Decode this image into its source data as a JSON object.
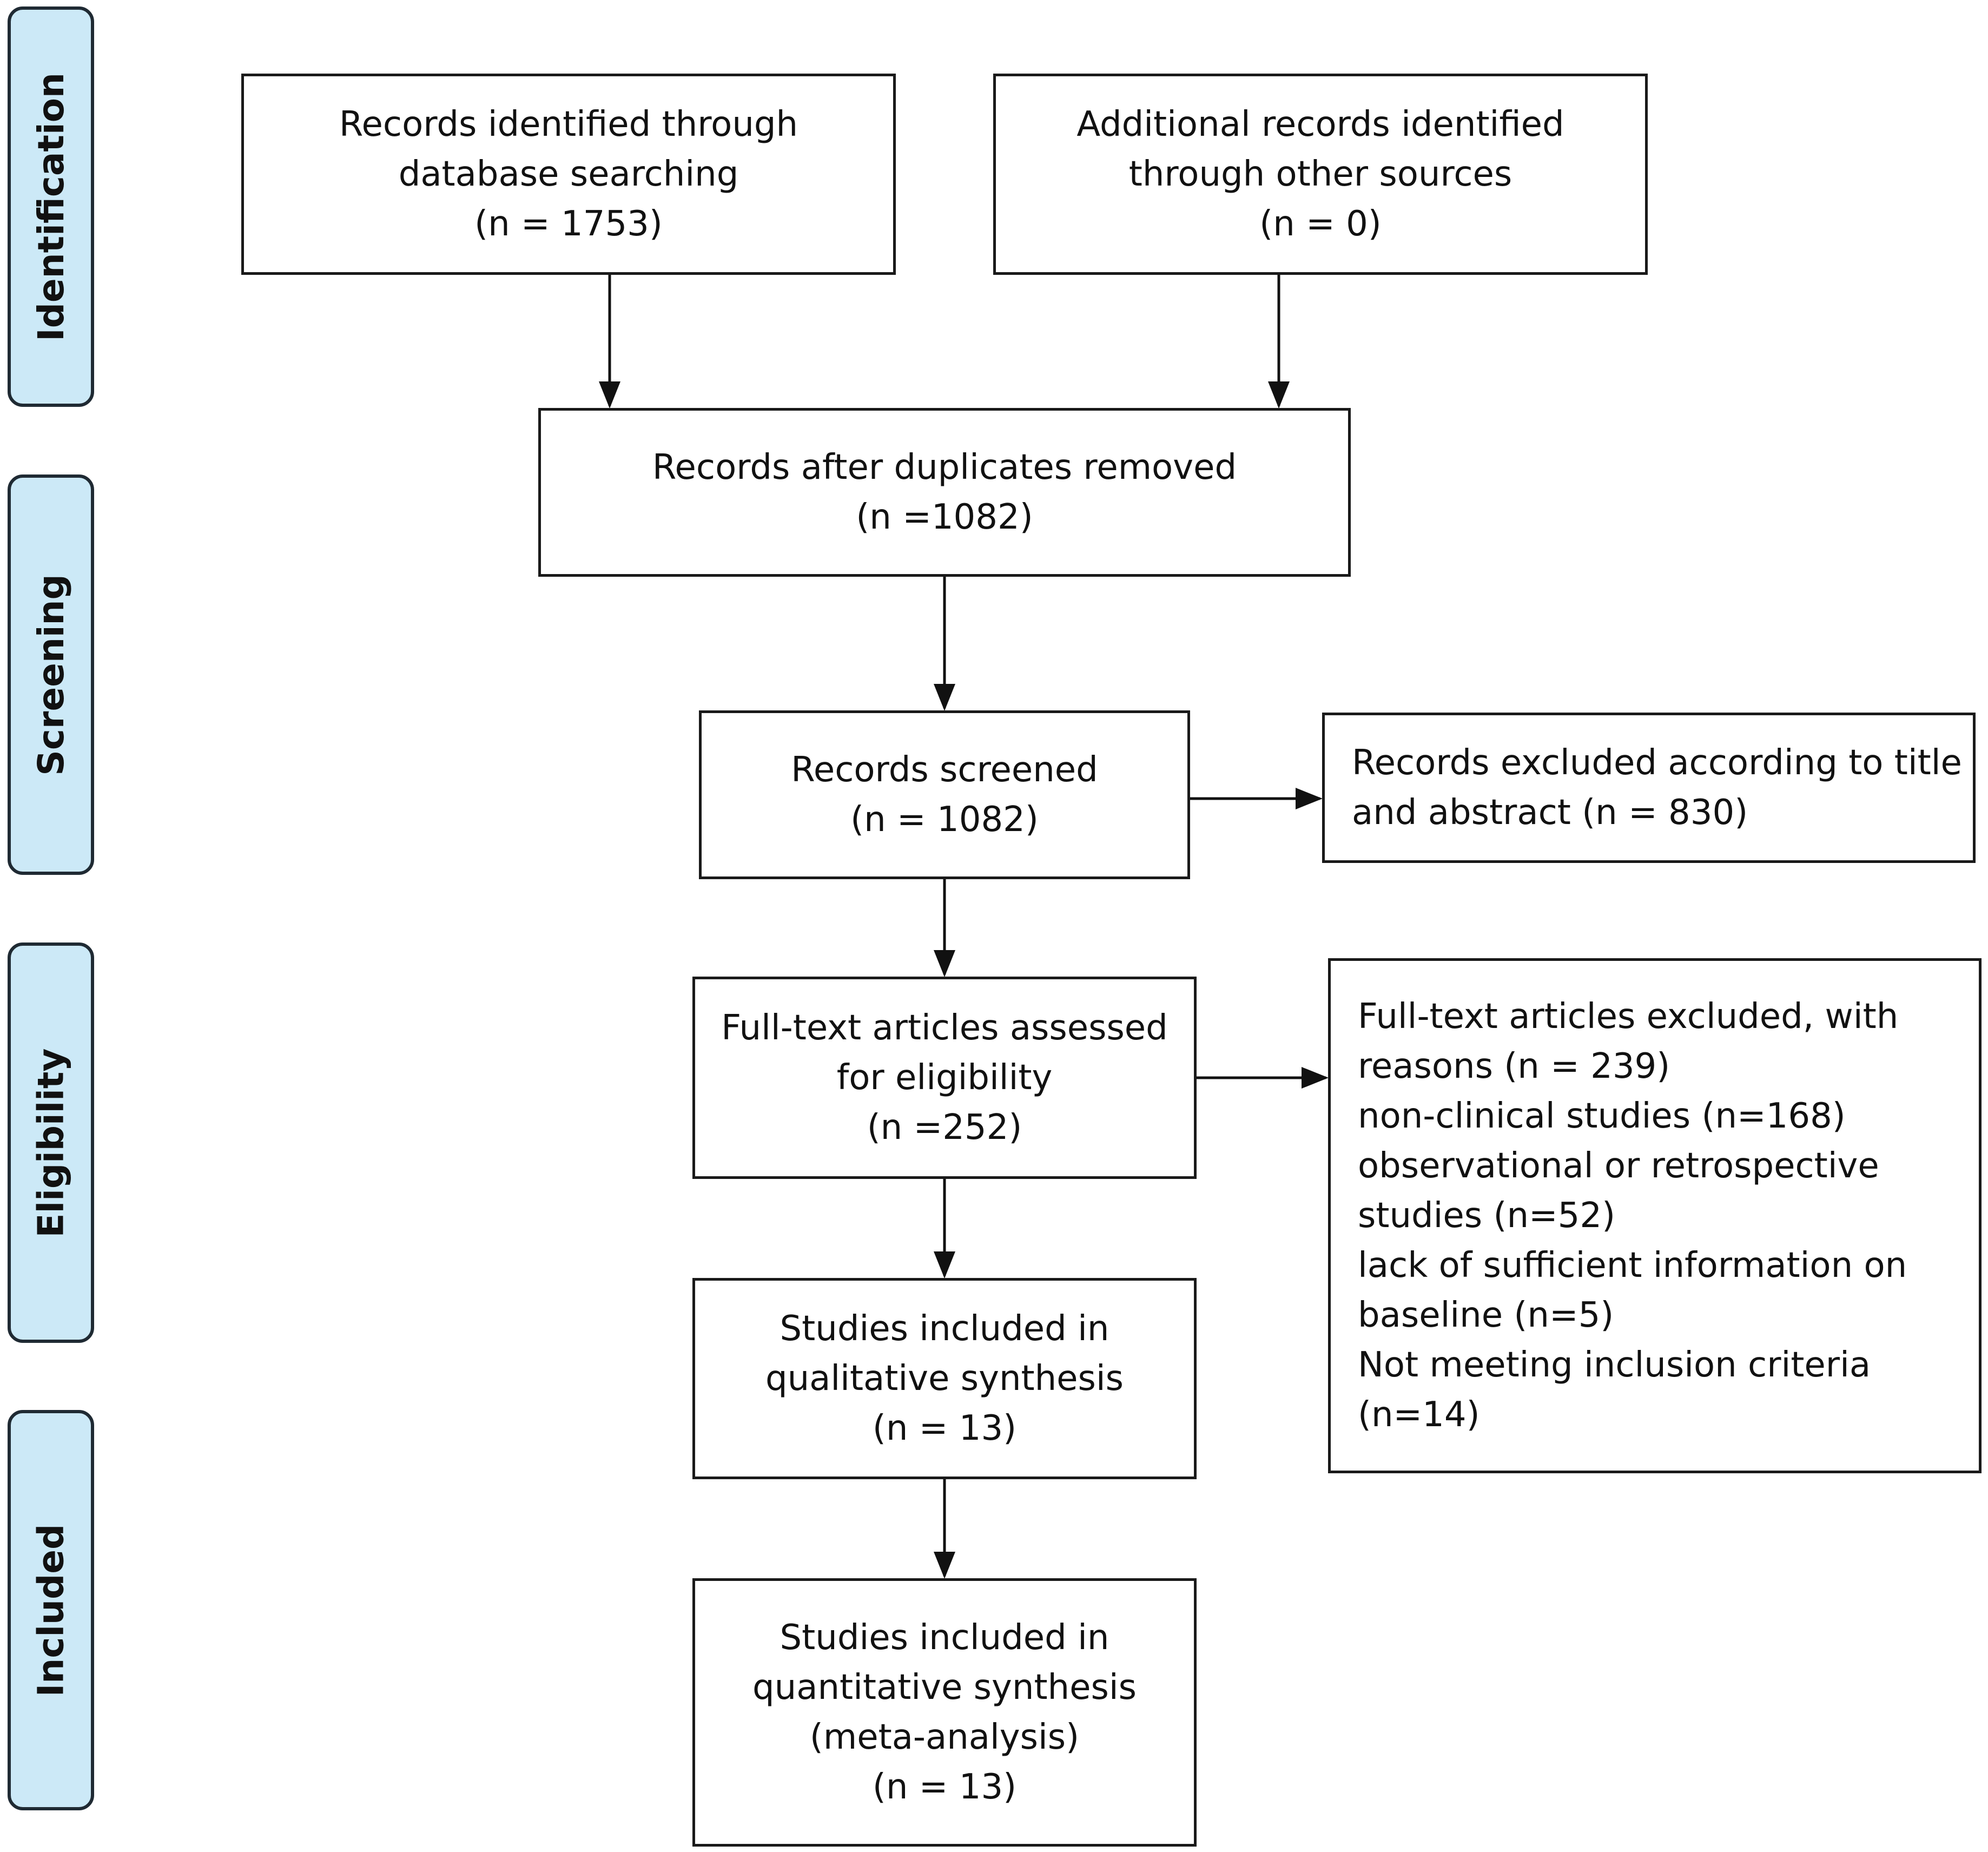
{
  "colors": {
    "stage_fill": "#cce9f7",
    "stage_border": "#1f2a33",
    "box_border": "#1a1a1a",
    "arrow": "#111111"
  },
  "stages": {
    "identification": "Identification",
    "screening": "Screening",
    "eligibility": "Eligibility",
    "included": "Included"
  },
  "boxes": {
    "database_search": [
      "Records identified through",
      "database searching",
      "(n = 1753)"
    ],
    "other_sources": [
      "Additional records identified",
      "through other sources",
      "(n = 0)"
    ],
    "duplicates_removed": [
      "Records after duplicates removed",
      "(n =1082)"
    ],
    "screened": [
      "Records screened",
      "(n = 1082)"
    ],
    "excluded_title_abstract": [
      "Records excluded according to title",
      "and abstract (n = 830)"
    ],
    "fulltext_assessed": [
      "Full-text articles assessed",
      "for eligibility",
      "(n =252)"
    ],
    "fulltext_excluded": [
      "Full-text articles excluded, with",
      "reasons (n = 239)",
      "non-clinical studies (n=168)",
      "observational or retrospective",
      "studies (n=52)",
      "lack of sufficient information on",
      "baseline (n=5)",
      "Not meeting inclusion criteria",
      "(n=14)"
    ],
    "qualitative": [
      "Studies included in",
      "qualitative synthesis",
      "(n = 13)"
    ],
    "quantitative": [
      "Studies included in",
      "quantitative synthesis",
      "(meta-analysis)",
      "(n = 13)"
    ]
  }
}
